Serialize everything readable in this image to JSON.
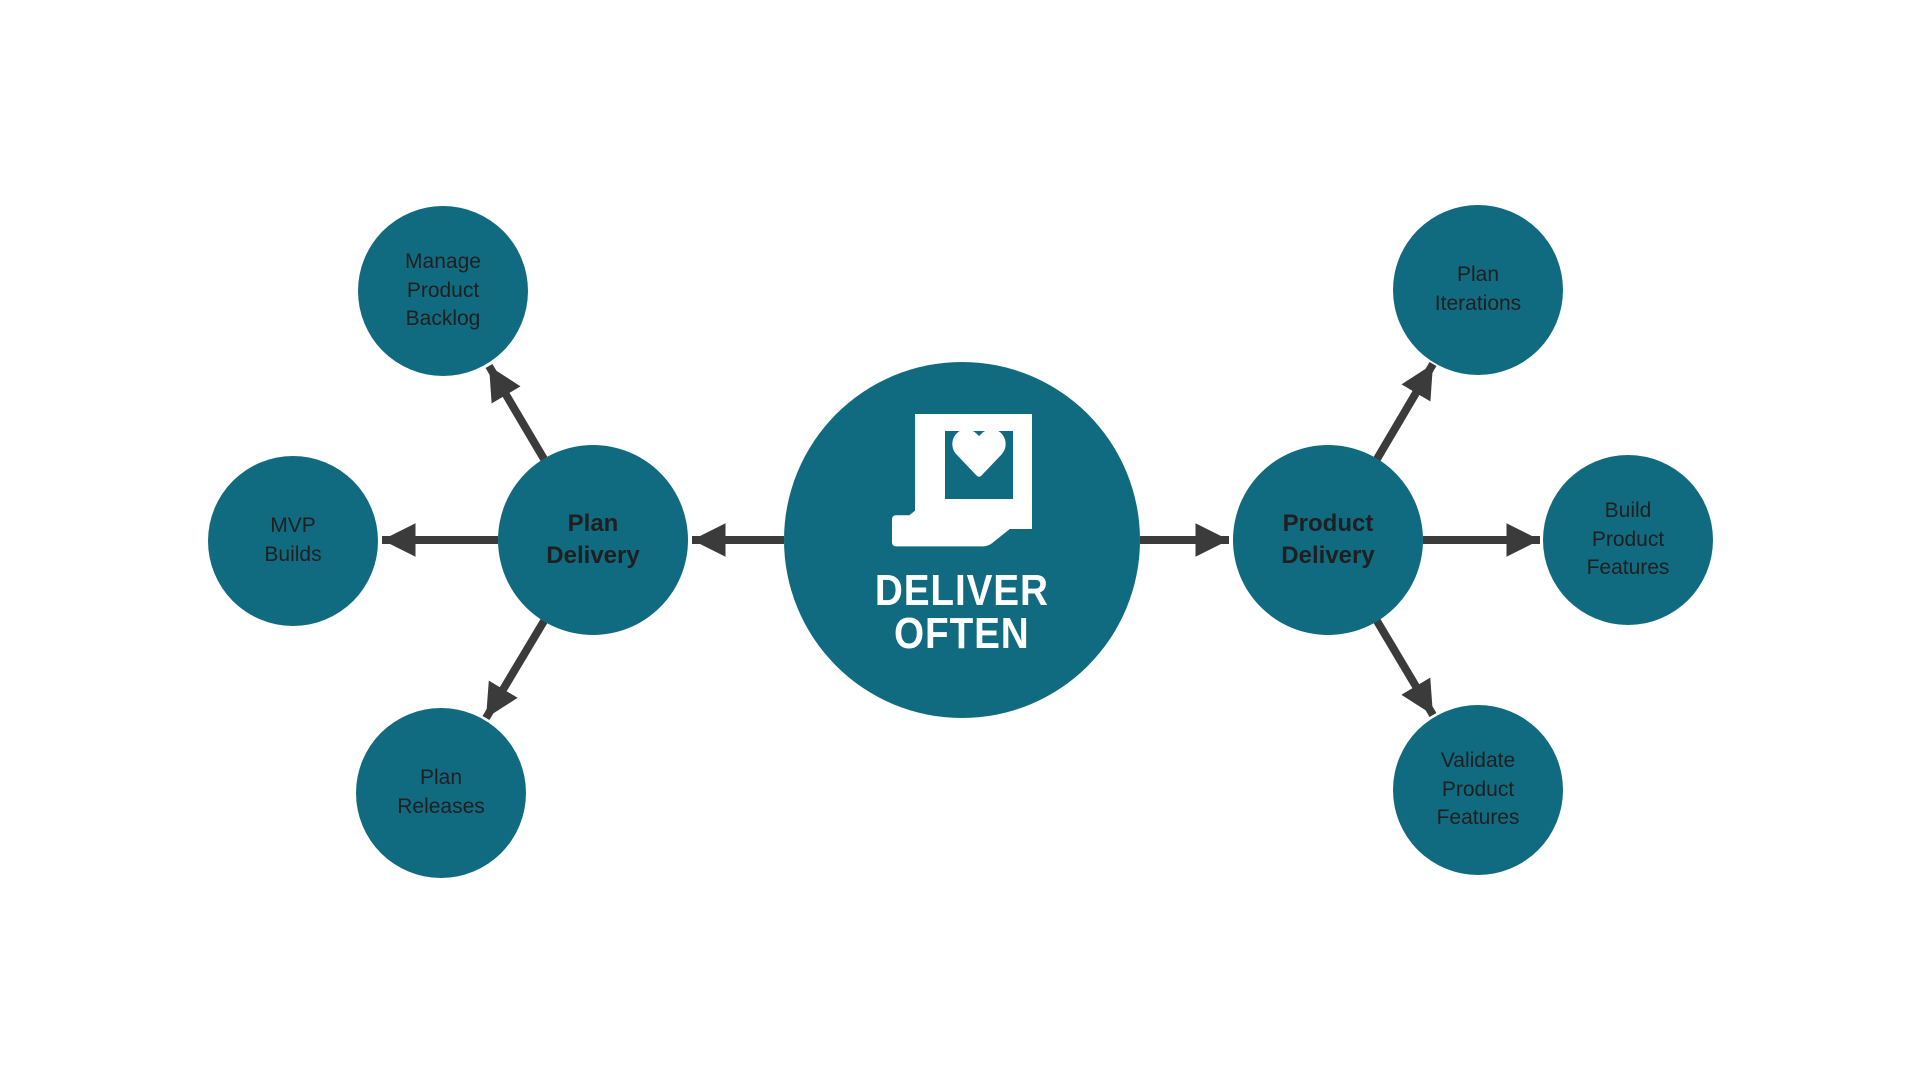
{
  "colors": {
    "background": "#FFFFFF",
    "node_fill": "#116B80",
    "arrow": "#3B3B3B",
    "node_text": "#1F1F1F",
    "center_text": "#FFFFFF"
  },
  "center_node": {
    "label_line1": "DELIVER",
    "label_line2": "OFTEN",
    "icon": "hand-holding-heart-icon"
  },
  "left_branch": {
    "hub": {
      "label": "Plan Delivery"
    },
    "satellites": [
      {
        "label": "Manage Product Backlog"
      },
      {
        "label": "MVP Builds"
      },
      {
        "label": "Plan Releases"
      }
    ]
  },
  "right_branch": {
    "hub": {
      "label": "Product Delivery"
    },
    "satellites": [
      {
        "label": "Plan Iterations"
      },
      {
        "label": "Build Product Features"
      },
      {
        "label": "Validate Product Features"
      }
    ]
  }
}
